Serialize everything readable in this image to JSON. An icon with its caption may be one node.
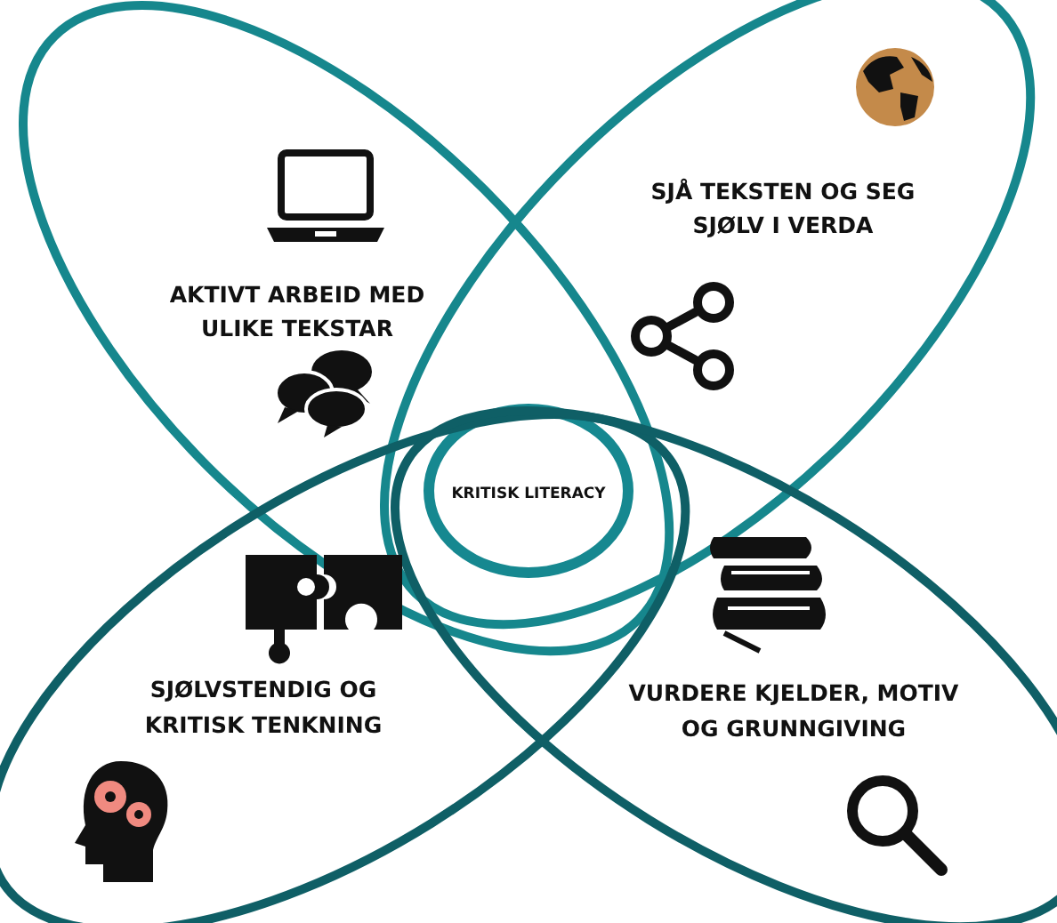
{
  "diagram": {
    "nodes": [
      {
        "text": [
          "AKTIVT ARBEID MED ULIKE TEKSTAR"
        ]
      },
      {
        "text": [
          "SJÅ TEKSTEN OG SEG SJØLV I VERDA"
        ]
      },
      {
        "text": [
          "KRITISK LITERACY"
        ]
      },
      {
        "text": [
          "SJØLVSTENDIG OG KRITISK TENKNING"
        ]
      },
      {
        "text": [
          "VURDERE KJELDER, MOTIV OG GRUNNGIVING"
        ]
      }
    ],
    "edges": []
  }
}
